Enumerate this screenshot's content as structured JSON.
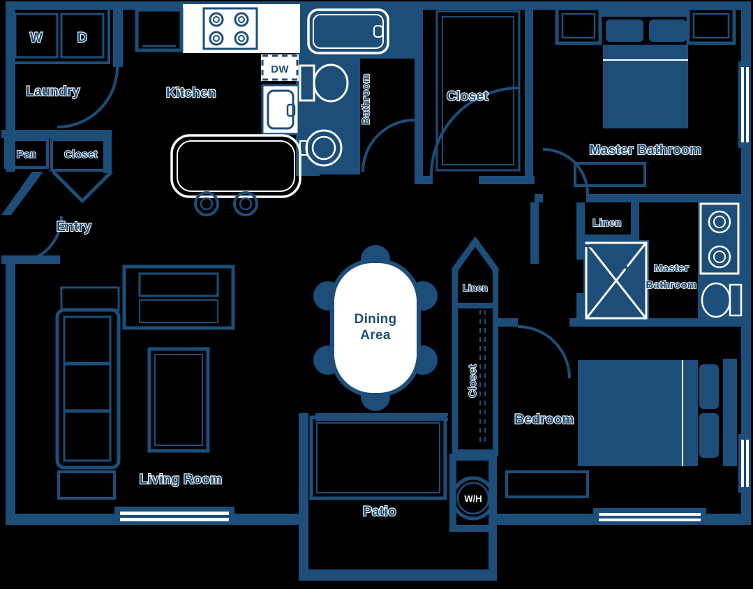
{
  "title": "Two bedroom apartment floor plan",
  "colors": {
    "line": "#1d4e79",
    "background": "#000000",
    "fixture_line": "#ffffff"
  },
  "labels": {
    "laundry": "Laundry",
    "kitchen": "Kitchen",
    "washer": "W",
    "dryer": "D",
    "dishwasher": "DW",
    "pantry": "Pan",
    "entry_closet": "Closet",
    "entry": "Entry",
    "hall_bathroom": "Bathroom",
    "walkin_closet": "Closet",
    "master_bedroom_room_label": "Master Bathroom",
    "linen_hall": "Linen",
    "master_bath_line1": "Master",
    "master_bath_line2": "Bathroom",
    "linen_center": "Linen",
    "bedroom_closet": "Closet",
    "dining_line1": "Dining",
    "dining_line2": "Area",
    "living_room": "Living Room",
    "bedroom": "Bedroom",
    "patio": "Patio",
    "water_heater": "W/H"
  }
}
